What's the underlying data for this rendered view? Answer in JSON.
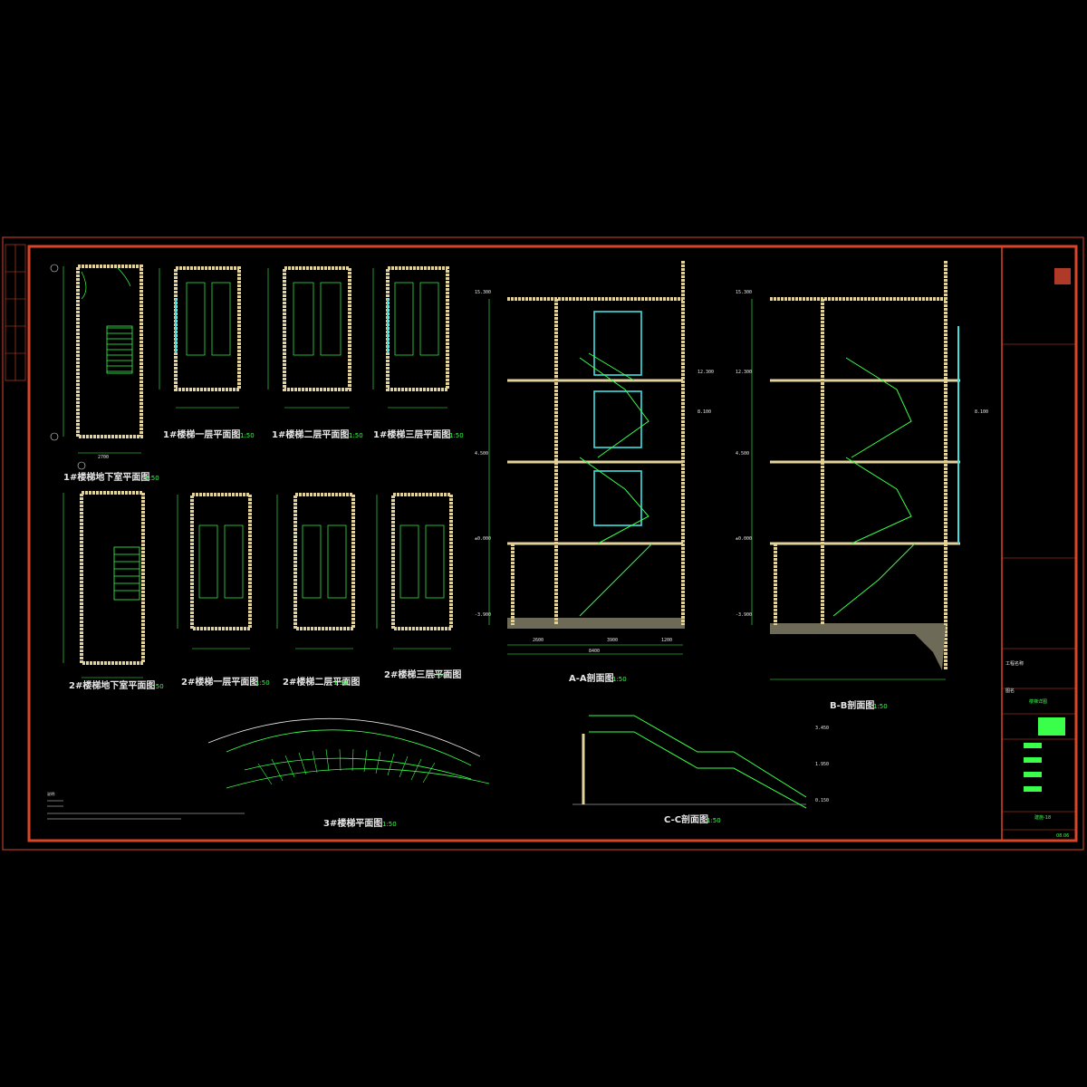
{
  "drawing_titles": {
    "s1_basement": "1#楼梯地下室平面图",
    "s1_first": "1#楼梯一层平面图",
    "s1_second": "1#楼梯二层平面图",
    "s1_third": "1#楼梯三层平面图",
    "s2_basement": "2#楼梯地下室平面图",
    "s2_first": "2#楼梯一层平面图",
    "s2_second": "2#楼梯二层平面图",
    "s2_third": "2#楼梯三层平面图",
    "s3_plan": "3#楼梯平面图",
    "section_aa": "A-A剖面图",
    "section_bb": "B-B剖面图",
    "section_cc": "C-C剖面图"
  },
  "scales": {
    "s1_basement": "1:50",
    "s1_first": "1:50",
    "s1_second": "1:50",
    "s1_third": "1:50",
    "s2_basement": "1:50",
    "s2_first": "1:50",
    "s2_second": "1:50",
    "s2_third": "1:50",
    "s3_plan": "1:50",
    "section_aa": "1:50",
    "section_bb": "1:50",
    "section_cc": "1:50"
  },
  "levels": {
    "aa": [
      "15.300",
      "12.300",
      "8.100",
      "4.500",
      "±0.000",
      "-3.900"
    ],
    "bb": [
      "15.300",
      "12.300",
      "8.100",
      "4.500",
      "±0.000",
      "-3.900"
    ],
    "cc": [
      "3.450",
      "1.950",
      "0.150"
    ]
  },
  "dimensions": {
    "plan_width": "2700",
    "section_total": "8400",
    "section_parts": [
      "2600",
      "3900",
      "1200"
    ]
  },
  "title_block": {
    "project_label": "工程名称",
    "drawing_label": "图名",
    "drawing_name": "楼梯详图",
    "sheet_no": "建施-18",
    "date": "08.06"
  },
  "notes": {
    "heading": "说明:"
  },
  "colors": {
    "frame": "#d9442a",
    "wall": "#e0d29a",
    "stair": "#39ff4a",
    "railing": "#40e0e0",
    "dimension": "#e6e6e6"
  }
}
